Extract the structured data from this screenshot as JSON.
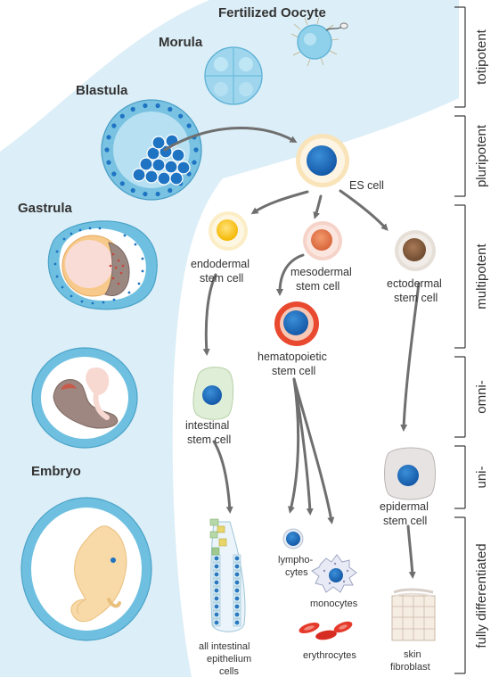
{
  "stages": {
    "fertilized_oocyte": "Fertilized Oocyte",
    "morula": "Morula",
    "blastula": "Blastula",
    "gastrula": "Gastrula",
    "embryo": "Embryo"
  },
  "cells": {
    "es": "ES cell",
    "endo_1": "endodermal",
    "endo_2": "stem cell",
    "meso_1": "mesodermal",
    "meso_2": "stem cell",
    "ecto_1": "ectodermal",
    "ecto_2": "stem cell",
    "hema_1": "hematopoietic",
    "hema_2": "stem cell",
    "intest_1": "intestinal",
    "intest_2": "stem cell",
    "epid_1": "epidermal",
    "epid_2": "stem cell"
  },
  "differentiated": {
    "lympho_1": "lympho-",
    "lympho_2": "cytes",
    "monocytes": "monocytes",
    "erythrocytes": "erythrocytes",
    "epith_1": "all intestinal",
    "epith_2": "epithelium",
    "epith_3": "cells",
    "skin_1": "skin",
    "skin_2": "fibroblast"
  },
  "potency": {
    "totipotent": "totipotent",
    "pluripotent": "pluripotent",
    "multipotent": "multipotent",
    "omni": "omni-",
    "uni": "uni-",
    "fully": "fully differentiated"
  },
  "colors": {
    "background_band": "#dceef7",
    "cell_blue": "#1e73c2",
    "arrow": "#6f6f6f"
  }
}
